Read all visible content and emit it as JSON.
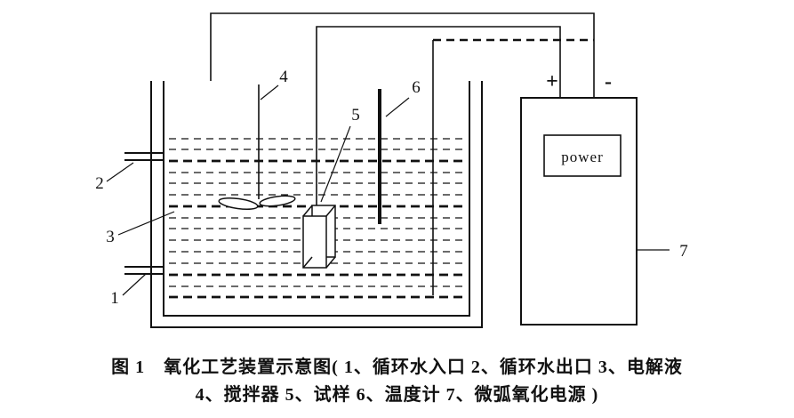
{
  "figure": {
    "labels": {
      "n1": "1",
      "n2": "2",
      "n3": "3",
      "n4": "4",
      "n5": "5",
      "n6": "6",
      "n7": "7"
    },
    "power_supply": {
      "plus": "+",
      "minus": "-",
      "display_text": "power"
    },
    "caption": {
      "line1": "图 1　氧化工艺装置示意图( 1、循环水入口 2、循环水出口 3、电解液",
      "line2": "4、搅拌器 5、试样 6、温度计 7、微弧氧化电源 )"
    }
  }
}
